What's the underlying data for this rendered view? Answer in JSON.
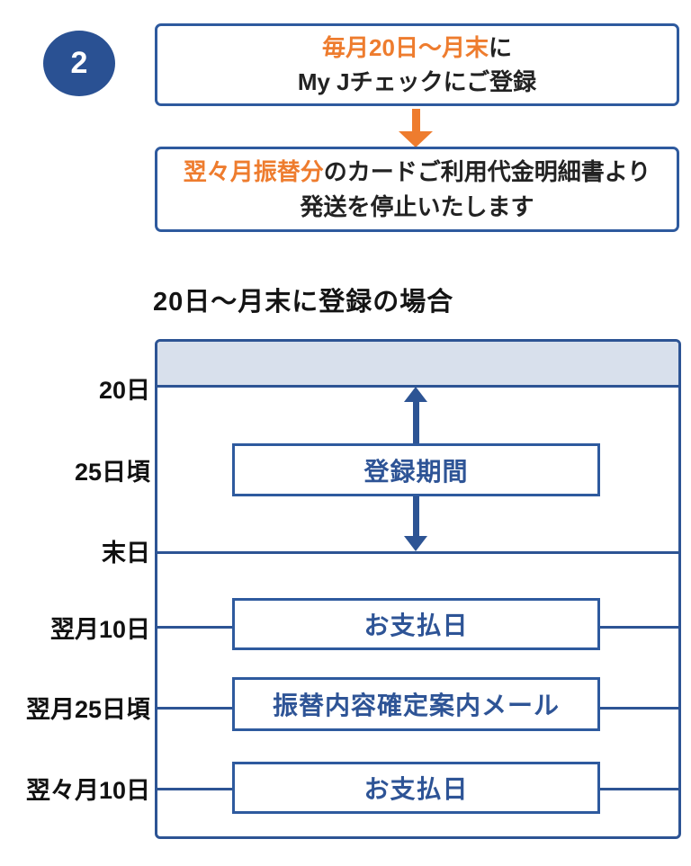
{
  "step": {
    "number": "2"
  },
  "flow": {
    "box1": {
      "line1_highlight": "毎月20日〜月末",
      "line1_rest": "に",
      "line2": "My Jチェックにご登録"
    },
    "arrow": "down-arrow",
    "box2": {
      "line1_highlight": "翌々月振替分",
      "line1_rest": "のカードご利用代金明細書より",
      "line2": "発送を停止いたします"
    }
  },
  "timeline": {
    "title": "20日〜月末に登録の場合",
    "labels": [
      "20日",
      "25日頃",
      "末日",
      "翌月10日",
      "翌月25日頃",
      "翌々月10日"
    ],
    "boxes": {
      "registration": "登録期間",
      "payment1": "お支払日",
      "mail": "振替内容確定案内メール",
      "payment2": "お支払日"
    }
  },
  "colors": {
    "dark_blue": "#2a5193",
    "border_blue": "#2e5a9e",
    "line_blue": "#2d5494",
    "text_blue": "#2e5496",
    "orange": "#ee7c2e",
    "band_light_blue": "#d8e0ec",
    "text_black": "#222222"
  }
}
